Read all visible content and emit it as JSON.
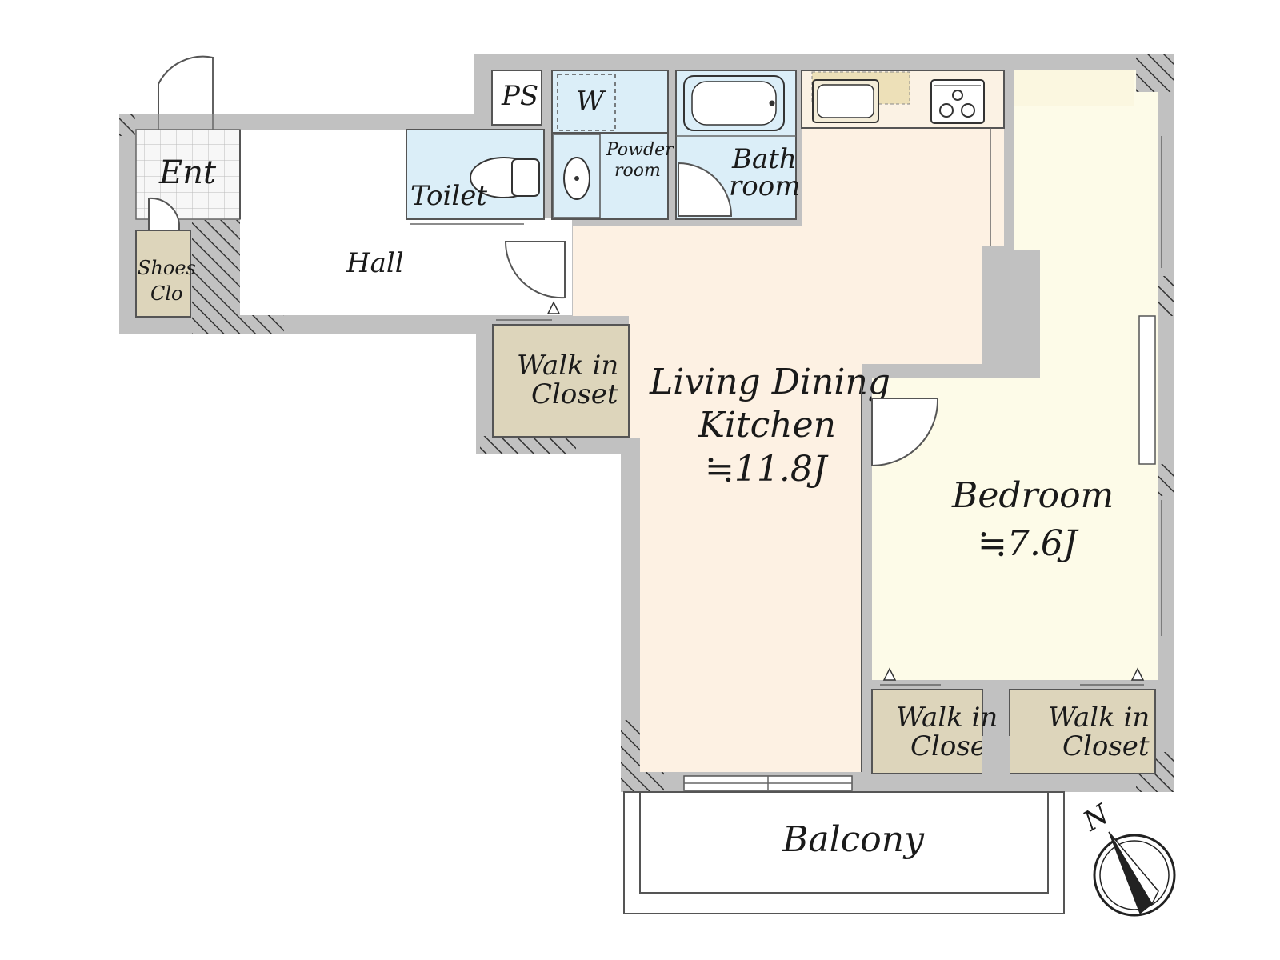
{
  "floor_plan": {
    "labels": {
      "ps": "PS",
      "washer": "W",
      "entrance": "Ent",
      "toilet": "Toilet",
      "powder_room_1": "Powder",
      "powder_room_2": "room",
      "bathroom_1": "Bath",
      "bathroom_2": "room",
      "shoes_closet_1": "Shoes",
      "shoes_closet_2": "Clo",
      "hall": "Hall",
      "wic_hall_1": "Walk in",
      "wic_hall_2": "Closet",
      "ldk_1": "Living Dining",
      "ldk_2": "Kitchen",
      "ldk_area": "≒11.8J",
      "bedroom": "Bedroom",
      "bedroom_area": "≒7.6J",
      "wic_bed_left_1": "Walk in",
      "wic_bed_left_2": "Closet",
      "wic_bed_right_1": "Walk in",
      "wic_bed_right_2": "Closet",
      "balcony": "Balcony",
      "compass_north": "N"
    },
    "colors": {
      "wall": "#c1c1c1",
      "wet_area": "#dbeef8",
      "ldk_floor": "#fdf1e3",
      "bedroom_floor": "#fdfbe8",
      "closet": "#ddd5bb"
    }
  }
}
